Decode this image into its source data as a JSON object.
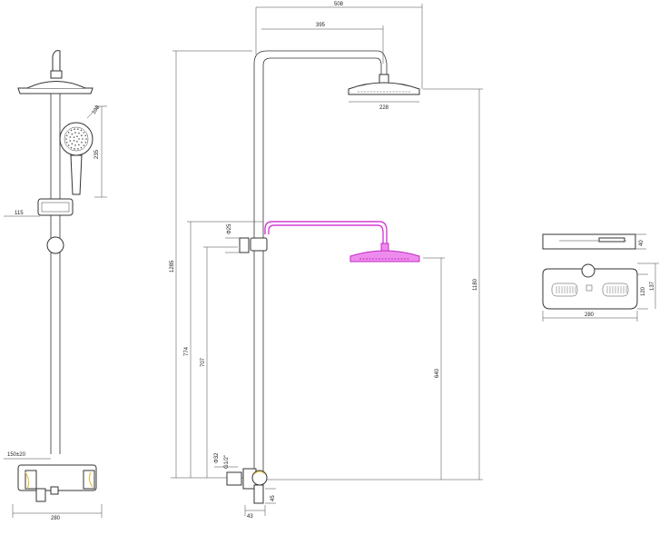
{
  "dimensions": {
    "overall_width": "508",
    "arm_reach": "395",
    "head_diameter": "228",
    "hand_head_diameter": "108",
    "hand_shower_length": "235",
    "holder_offset": "115",
    "overall_height": "1285",
    "top_height": "1180",
    "lower_height": "774",
    "slider_height": "707",
    "head_low_height": "640",
    "bar_tube": "Φ25",
    "inlet": "Φ32",
    "thread": "G1/2\"",
    "inlet_center": "150±20",
    "mixer_width": "280",
    "base_offset": "43",
    "base_drop": "45",
    "shelf_height": "40",
    "shelf_depth": "120",
    "shelf_depth_total": "137",
    "shelf_width": "280"
  },
  "colors": {
    "line": "#333333",
    "highlight": "#d63fd6"
  }
}
